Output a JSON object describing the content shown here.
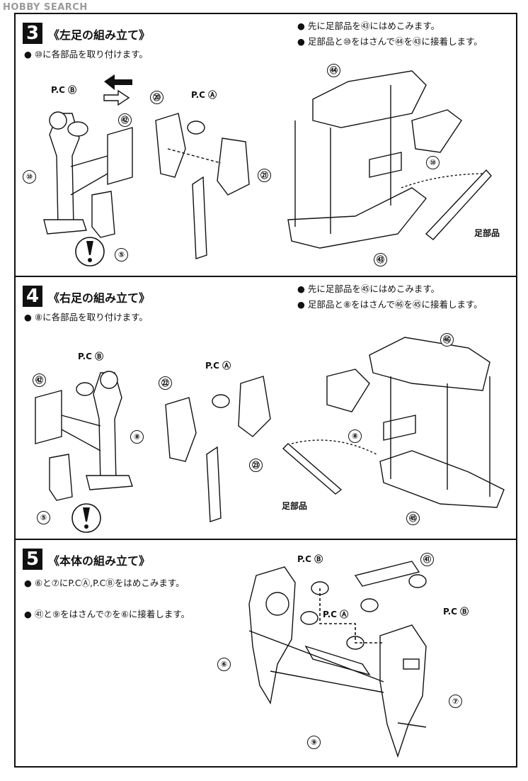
{
  "watermark": "HOBBY SEARCH",
  "section3": {
    "step": "3",
    "title": "《左足の組み立て》",
    "instruction_left": "⑩に各部品を取り付けます。",
    "instructions_right": [
      "先に足部品を㊸にはめこみます。",
      "足部品と⑩をはさんで㊹を㊸に接着します。"
    ],
    "labels": {
      "pcb": "P.C Ⓑ",
      "pca": "P.C Ⓐ",
      "foot_part": "足部品"
    },
    "parts": [
      "⑩",
      "㊷",
      "⑤",
      "⑳",
      "㉑",
      "㊹",
      "⑩",
      "㊸"
    ]
  },
  "section4": {
    "step": "4",
    "title": "《右足の組み立て》",
    "instruction_left": "⑧に各部品を取り付けます。",
    "instructions_right": [
      "先に足部品を㊺にはめこみます。",
      "足部品と⑧をはさんで㊻を㊺に接着します。"
    ],
    "labels": {
      "pcb": "P.C Ⓑ",
      "pca": "P.C Ⓐ",
      "foot_part": "足部品"
    },
    "parts": [
      "㊷",
      "⑧",
      "⑤",
      "㉒",
      "㉓",
      "㊻",
      "⑧",
      "㊺"
    ]
  },
  "section5": {
    "step": "5",
    "title": "《本体の組み立て》",
    "instructions": [
      "⑥と⑦にP.CⒶ,P.CⒷをはめこみます。",
      "㊶と⑨をはさんで⑦を⑥に接着します。"
    ],
    "labels": {
      "pcb_top": "P.C Ⓑ",
      "pca": "P.C Ⓐ",
      "pcb_right": "P.C Ⓑ"
    },
    "parts": [
      "㊶",
      "⑥",
      "⑦",
      "⑨"
    ]
  },
  "bullet": "●"
}
